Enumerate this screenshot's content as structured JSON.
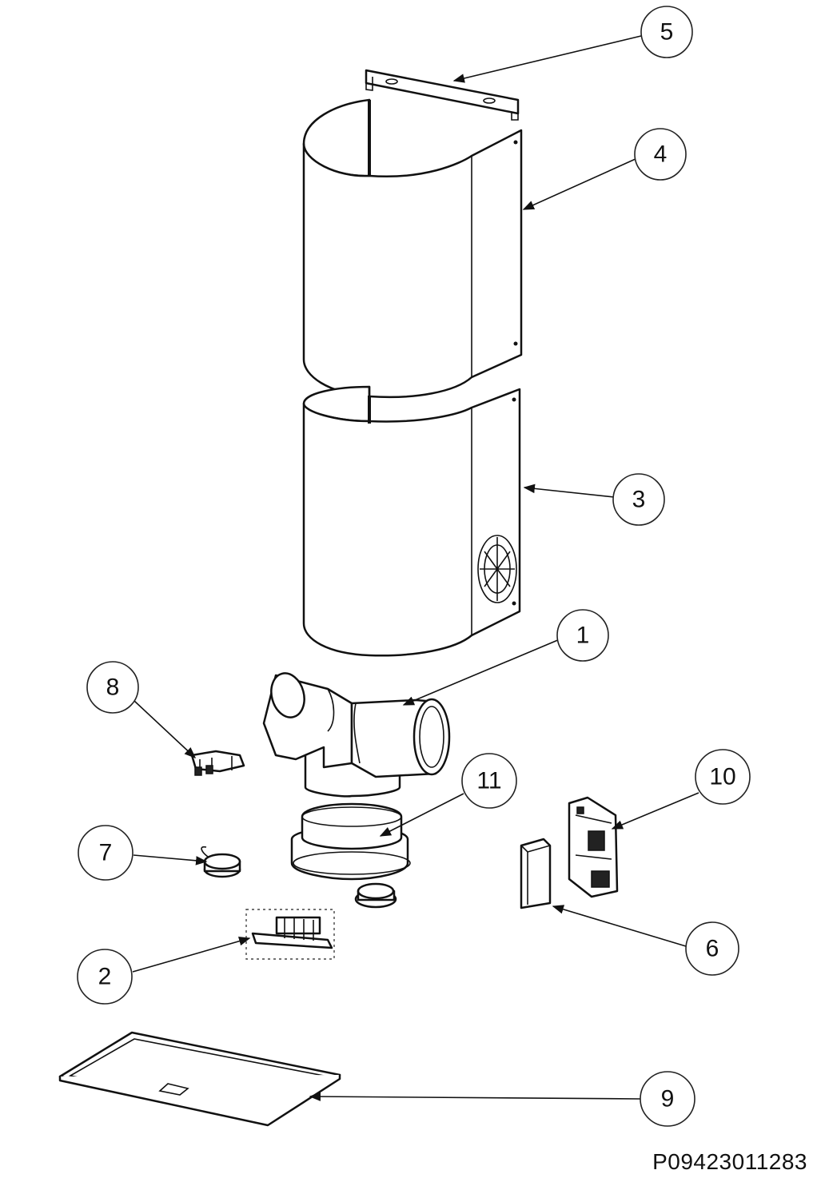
{
  "drawing_code": "P09423011283",
  "colors": {
    "line": "#111111",
    "background": "#ffffff"
  },
  "callouts": [
    {
      "id": "1",
      "label": "1"
    },
    {
      "id": "2",
      "label": "2"
    },
    {
      "id": "3",
      "label": "3"
    },
    {
      "id": "4",
      "label": "4"
    },
    {
      "id": "5",
      "label": "5"
    },
    {
      "id": "6",
      "label": "6"
    },
    {
      "id": "7",
      "label": "7"
    },
    {
      "id": "8",
      "label": "8"
    },
    {
      "id": "9",
      "label": "9"
    },
    {
      "id": "10",
      "label": "10"
    },
    {
      "id": "11",
      "label": "11"
    }
  ]
}
